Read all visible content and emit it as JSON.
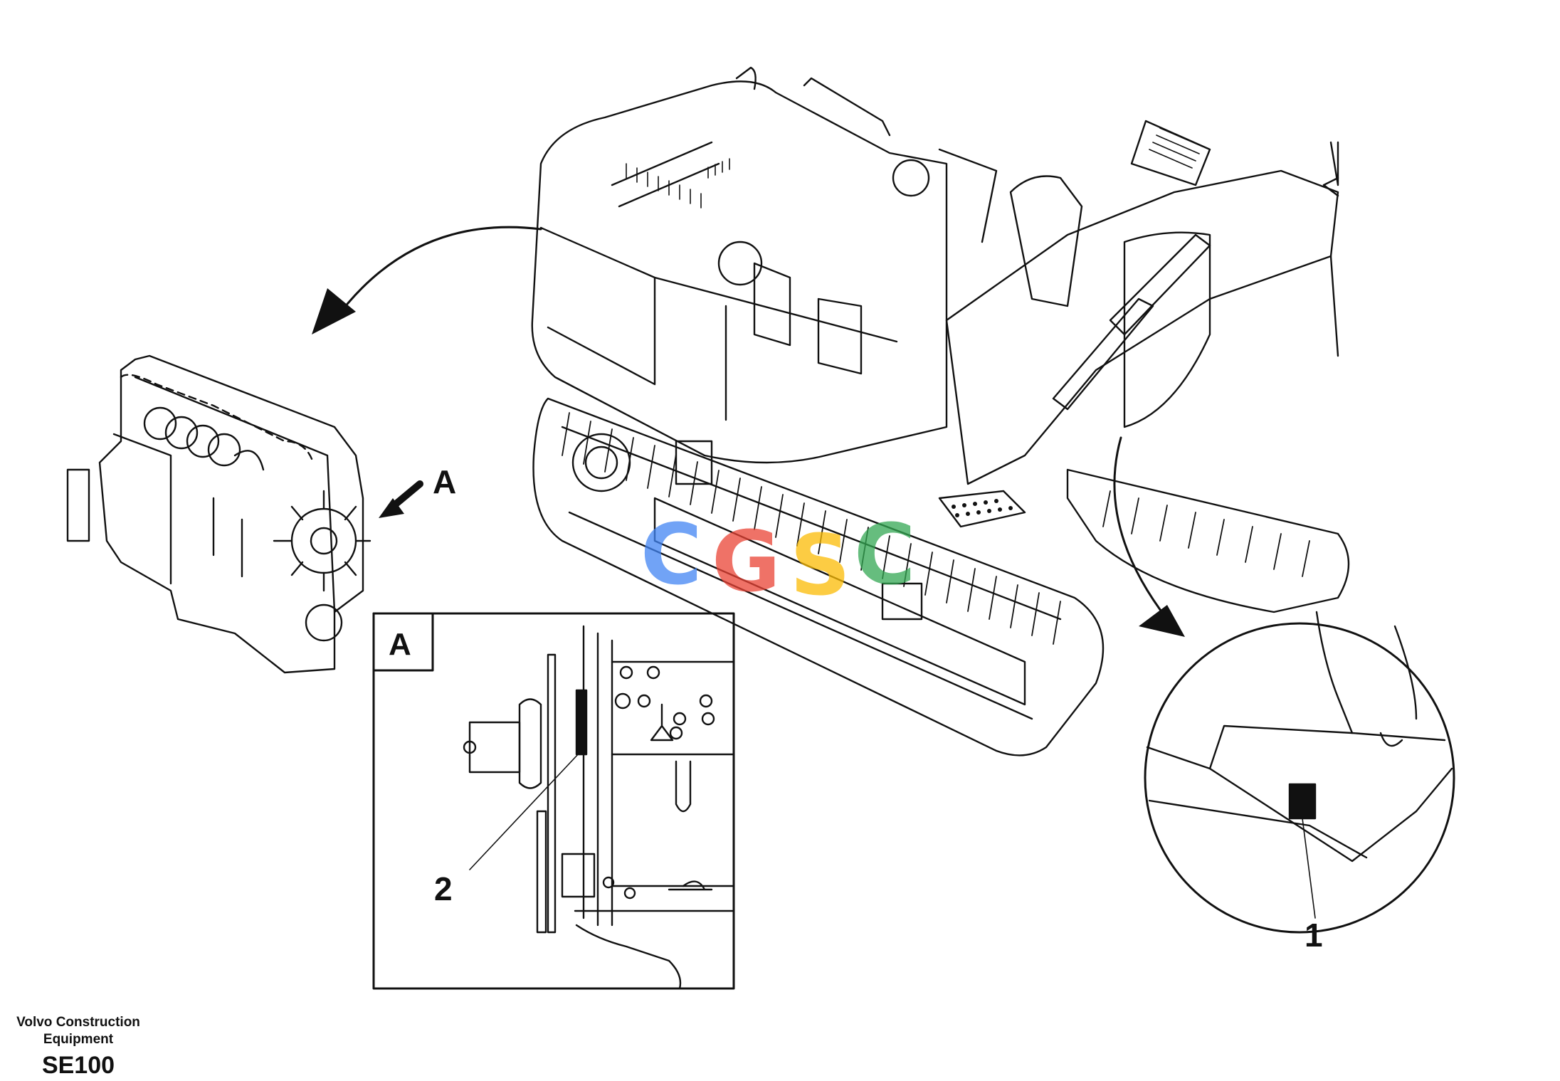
{
  "labels": {
    "view_a_arrow": "A",
    "view_a_box": "A",
    "callout_1": "1",
    "callout_2": "2"
  },
  "footer": {
    "company_line1": "Volvo Construction",
    "company_line2": "Equipment",
    "code": "SE100"
  },
  "watermark": {
    "letters": [
      "C",
      "G",
      "S",
      "C"
    ],
    "colors": [
      "#4285F4",
      "#EA4335",
      "#FBBC05",
      "#34A853"
    ]
  }
}
